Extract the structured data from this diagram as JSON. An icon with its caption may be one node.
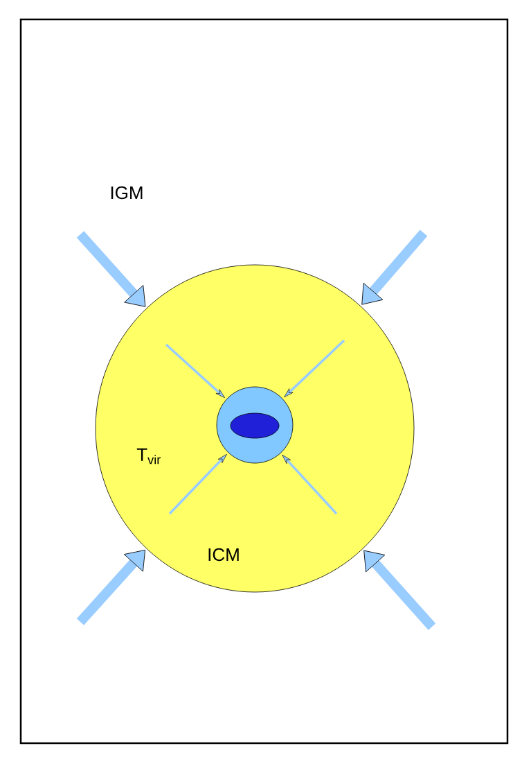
{
  "diagram": {
    "nodes": [
      {
        "text": [
          "T$_{vir}$",
          "ICM"
        ]
      },
      {
        "text": [],
        "shape": "circle",
        "in": 0
      },
      {
        "text": [],
        "shape": "ellipse",
        "in": 1
      }
    ],
    "edges": [
      {
        "from": null,
        "to": 0,
        "arrow": "to",
        "style": "thick"
      },
      {
        "from": null,
        "to": 0,
        "arrow": "to",
        "style": "thick"
      },
      {
        "from": null,
        "to": 0,
        "arrow": "to",
        "style": "thick"
      },
      {
        "from": null,
        "to": 0,
        "arrow": "to",
        "style": "thick"
      },
      {
        "from": null,
        "to": 1,
        "arrow": "to"
      },
      {
        "from": null,
        "to": 1,
        "arrow": "to"
      },
      {
        "from": null,
        "to": 1,
        "arrow": "to"
      },
      {
        "from": null,
        "to": 1,
        "arrow": "to"
      }
    ],
    "labels": [
      "IGM"
    ]
  }
}
